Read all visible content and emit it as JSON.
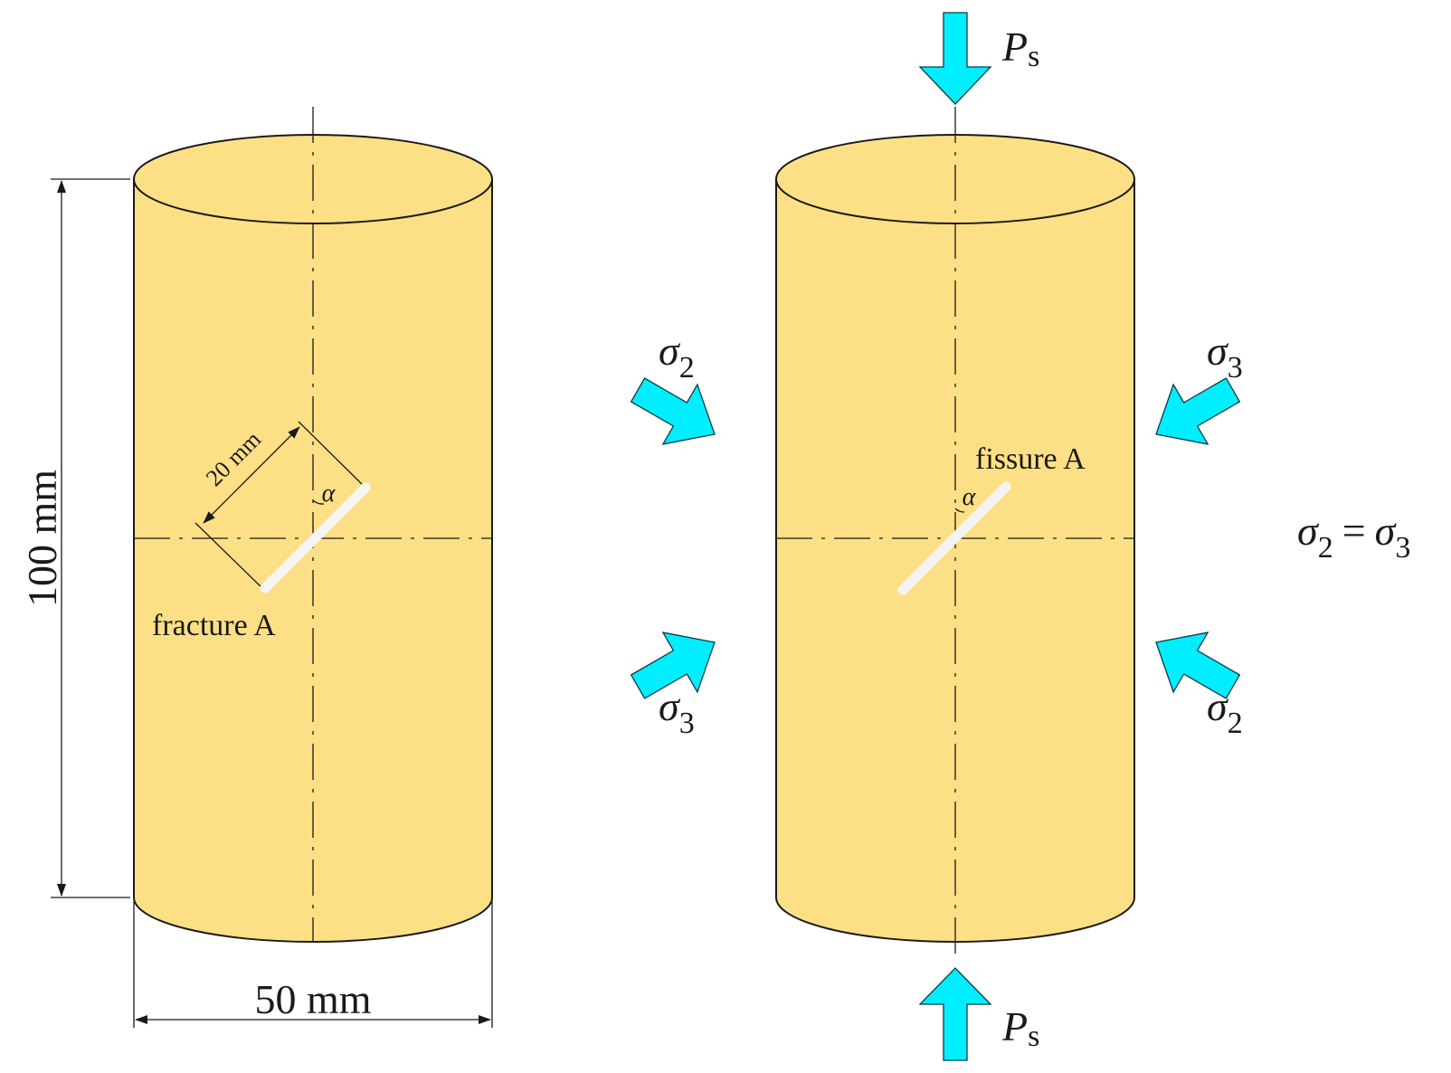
{
  "colors": {
    "specimen_fill": "#fde085",
    "fracture_color": "#f4f4f4",
    "load_arrow_color": "#00eeff",
    "line_color": "#1a1a1a"
  },
  "left_specimen": {
    "height_dimension": "100 mm",
    "diameter_dimension": "50 mm",
    "fracture_length_dimension": "20 mm",
    "angle_symbol": "α",
    "fracture_label": "fracture A"
  },
  "right_specimen": {
    "axial_load_top": {
      "symbol": "P",
      "subscript": "s"
    },
    "axial_load_bottom": {
      "symbol": "P",
      "subscript": "s"
    },
    "stress_upper_left": {
      "symbol": "σ",
      "subscript": "2"
    },
    "stress_lower_left": {
      "symbol": "σ",
      "subscript": "3"
    },
    "stress_upper_right": {
      "symbol": "σ",
      "subscript": "3"
    },
    "stress_lower_right": {
      "symbol": "σ",
      "subscript": "2"
    },
    "angle_symbol": "α",
    "fissure_label": "fissure A",
    "equation": {
      "lhs_symbol": "σ",
      "lhs_subscript": "2",
      "operator": "=",
      "rhs_symbol": "σ",
      "rhs_subscript": "3"
    }
  }
}
